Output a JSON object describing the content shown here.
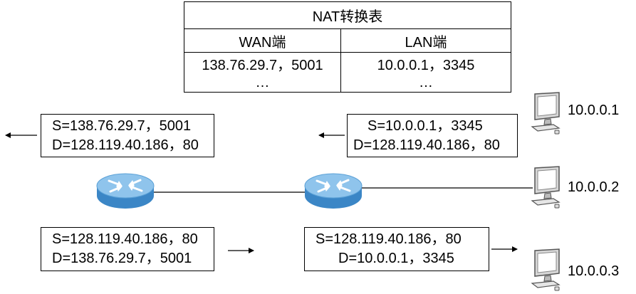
{
  "nat_table": {
    "title": "NAT转换表",
    "headers": [
      "WAN端",
      "LAN端"
    ],
    "rows": [
      [
        "138.76.29.7，5001",
        "10.0.0.1，3345"
      ],
      [
        "…",
        "…"
      ]
    ]
  },
  "packets": {
    "outbound_lan": {
      "src": "S=10.0.0.1，3345",
      "dst": "D=128.119.40.186，80"
    },
    "outbound_wan": {
      "src": "S=138.76.29.7，5001",
      "dst": "D=128.119.40.186，80"
    },
    "inbound_wan": {
      "src": "S=128.119.40.186，80",
      "dst": "D=138.76.29.7，5001"
    },
    "inbound_lan": {
      "src": "S=128.119.40.186，80",
      "dst": "D=10.0.0.1，3345"
    }
  },
  "hosts": [
    {
      "ip": "10.0.0.1",
      "icon": "computer-icon"
    },
    {
      "ip": "10.0.0.2",
      "icon": "computer-icon"
    },
    {
      "ip": "10.0.0.3",
      "icon": "computer-icon"
    }
  ],
  "routers": [
    {
      "icon": "router-icon"
    },
    {
      "icon": "router-icon"
    }
  ],
  "colors": {
    "router_top": "#8fc4ec",
    "router_side": "#3b86c6",
    "monitor_body": "#d7d7d7",
    "line": "#000000"
  }
}
